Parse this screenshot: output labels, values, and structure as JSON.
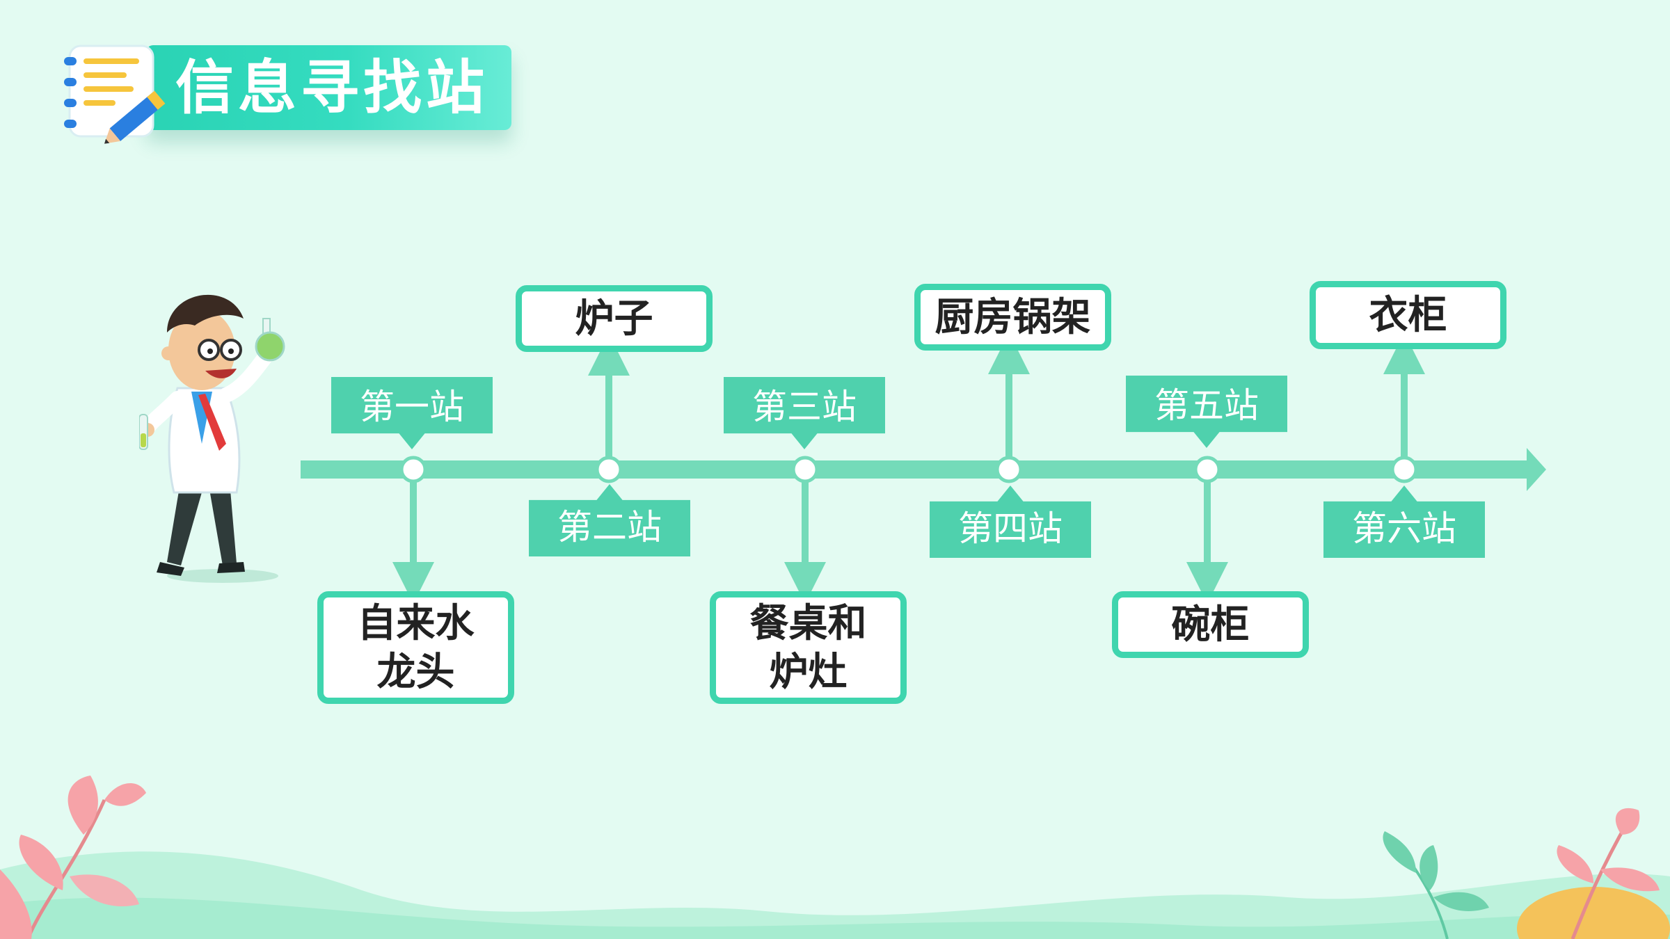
{
  "header": {
    "title": "信息寻找站"
  },
  "stations": [
    {
      "name": "第一站",
      "place_lines": [
        "自来水",
        "龙头"
      ]
    },
    {
      "name": "第二站",
      "place_lines": [
        "炉子"
      ]
    },
    {
      "name": "第三站",
      "place_lines": [
        "餐桌和",
        "炉灶"
      ]
    },
    {
      "name": "第四站",
      "place_lines": [
        "厨房锅架"
      ]
    },
    {
      "name": "第五站",
      "place_lines": [
        "碗柜"
      ]
    },
    {
      "name": "第六站",
      "place_lines": [
        "衣柜"
      ]
    }
  ],
  "colors": {
    "accent": "#3fd5ae",
    "timeline": "#74dbb9",
    "background": "#e3fbf2",
    "header": "#2ad3b4"
  }
}
